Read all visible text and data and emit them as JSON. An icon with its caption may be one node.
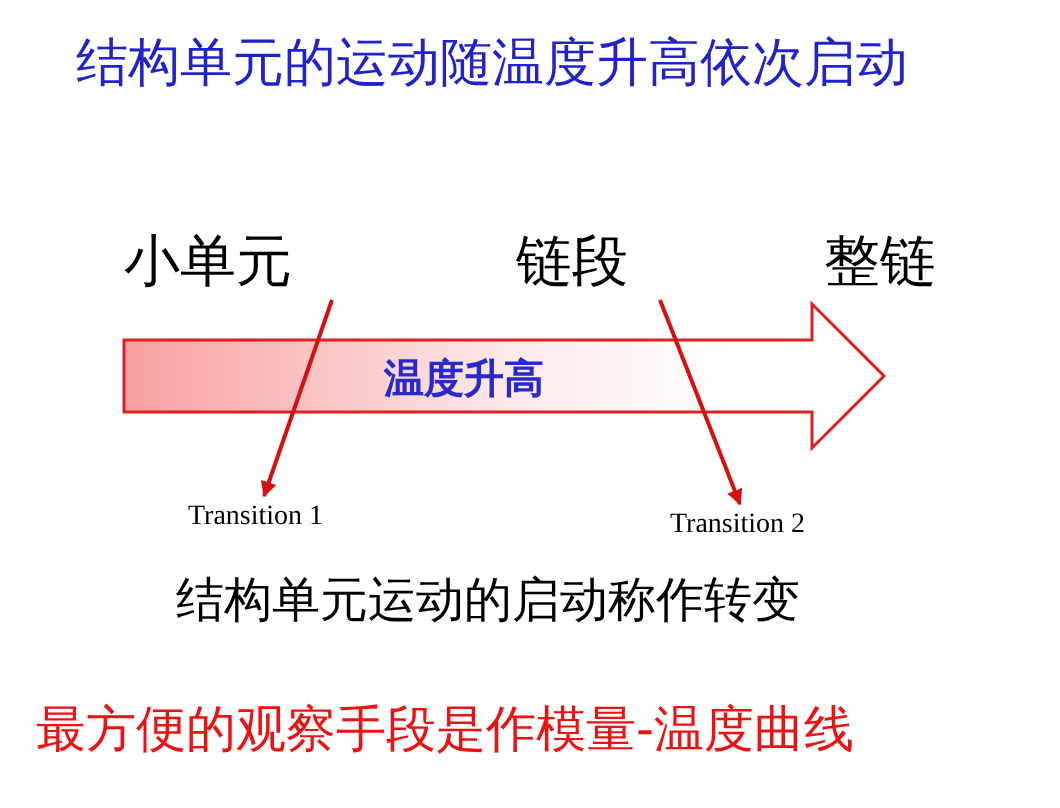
{
  "diagram": {
    "title": "结构单元的运动随温度升高依次启动",
    "nodes": [
      {
        "text": [
          "小单元"
        ]
      },
      {
        "text": [
          "链段"
        ]
      },
      {
        "text": [
          "Transition 1"
        ]
      },
      {
        "text": [
          "Transition 2"
        ]
      }
    ],
    "edges": [
      {
        "from": 0,
        "to": 2,
        "arrow": "to"
      },
      {
        "from": 1,
        "to": 3,
        "arrow": "to"
      }
    ],
    "labels": [
      "整链",
      "温度升高",
      "结构单元运动的启动称作转变",
      "最方便的观察手段是作模量-温度曲线"
    ]
  }
}
